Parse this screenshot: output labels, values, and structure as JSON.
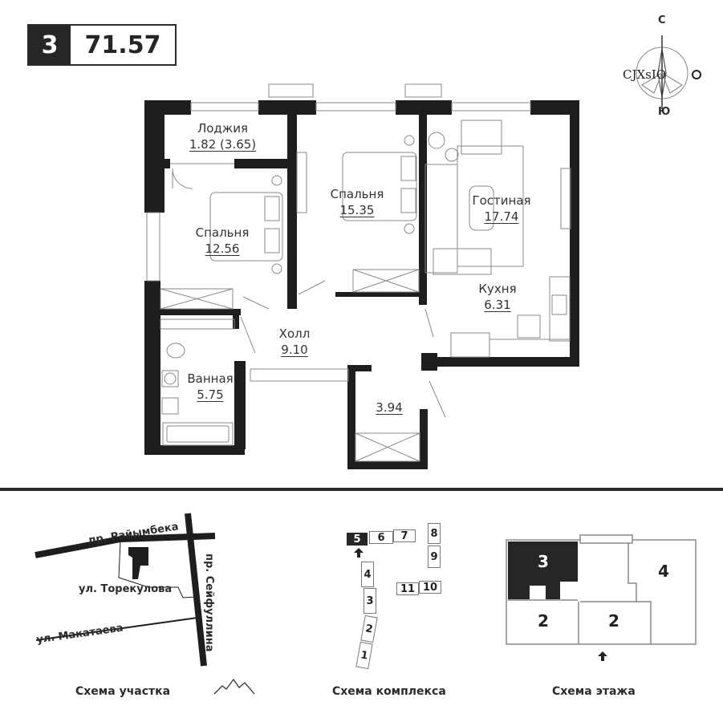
{
  "header": {
    "rooms_count": "3",
    "total_area": "71.57"
  },
  "compass": {
    "north_label": "С",
    "south_label": "Ю",
    "icon": "compass-rose-icon"
  },
  "rooms": [
    {
      "name": "Лоджия",
      "area": "1.82 (3.65)"
    },
    {
      "name": "Спальня",
      "area": "12.56"
    },
    {
      "name": "Спальня",
      "area": "15.35"
    },
    {
      "name": "Гостиная",
      "area": "17.74"
    },
    {
      "name": "Кухня",
      "area": "6.31"
    },
    {
      "name": "Холл",
      "area": "9.10"
    },
    {
      "name": "Ванная",
      "area": "5.75"
    },
    {
      "name": "",
      "area": "3.94"
    }
  ],
  "site_scheme": {
    "caption": "Схема участка",
    "streets": [
      "пр. Райымбека",
      "пр. Сейфуллина",
      "ул. Торекулова",
      "ул. Макатаева"
    ],
    "icon": "mountains-icon"
  },
  "complex_scheme": {
    "caption": "Схема комплекса",
    "blocks": [
      "1",
      "2",
      "3",
      "4",
      "5",
      "6",
      "7",
      "8",
      "9",
      "10",
      "11"
    ],
    "active_block": "5"
  },
  "floor_scheme": {
    "caption": "Схема этажа",
    "units": [
      "3",
      "4",
      "2",
      "2"
    ],
    "active_unit": "3"
  },
  "colors": {
    "wall": "#1e1e1e",
    "highlight": "#262626",
    "line": "#888888"
  }
}
